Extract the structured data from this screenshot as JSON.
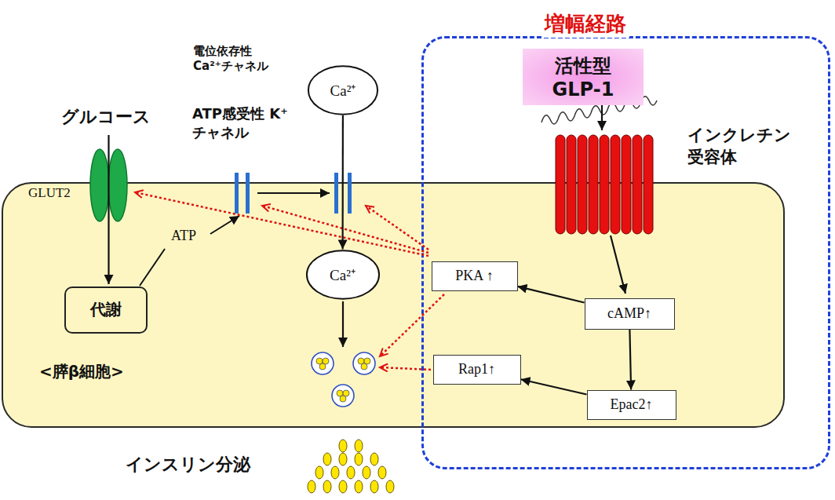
{
  "diagram": {
    "nodes": [
      {
        "text": [
          "増幅経路"
        ]
      },
      {
        "text": [
          "活性型 GLP-1"
        ],
        "in": 0
      },
      {
        "text": [
          "<膵β細胞>"
        ]
      },
      {
        "text": [
          "代謝"
        ],
        "in": 2
      },
      {
        "text": [
          "Ca²⁺"
        ]
      },
      {
        "text": [
          "Ca²⁺"
        ],
        "in": 2
      },
      {
        "text": [
          "PKA ↑"
        ],
        "in": 2
      },
      {
        "text": [
          "cAMP↑"
        ],
        "in": 2
      },
      {
        "text": [
          "Rap1↑"
        ],
        "in": 2
      },
      {
        "text": [
          "Epac2↑"
        ],
        "in": 2
      }
    ],
    "edges": [
      {
        "from": 7,
        "to": 6,
        "arrow": "to"
      },
      {
        "from": 7,
        "to": 9,
        "arrow": "to"
      },
      {
        "from": 9,
        "to": 8,
        "arrow": "to"
      },
      {
        "from": 4,
        "to": 5,
        "arrow": "to"
      }
    ],
    "labels": [
      "グルコース",
      "GLUT2",
      "電位依存性 Ca²⁺チャネル",
      "ATP感受性 K⁺チャネル",
      "ATP",
      "インクレチン 受容体",
      "インスリン分泌"
    ]
  }
}
